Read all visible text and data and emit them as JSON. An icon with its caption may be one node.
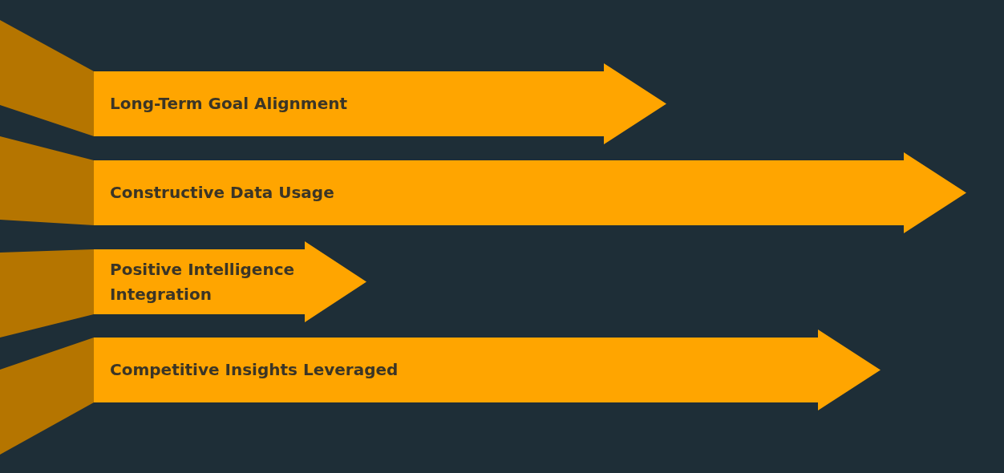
{
  "diagram": {
    "nodes": [
      {
        "text": [
          "Long-Term Goal Alignment"
        ]
      },
      {
        "text": [
          "Constructive Data Usage"
        ]
      },
      {
        "text": [
          "Positive Intelligence Integration"
        ]
      },
      {
        "text": [
          "Competitive Insights Leveraged"
        ]
      }
    ]
  }
}
